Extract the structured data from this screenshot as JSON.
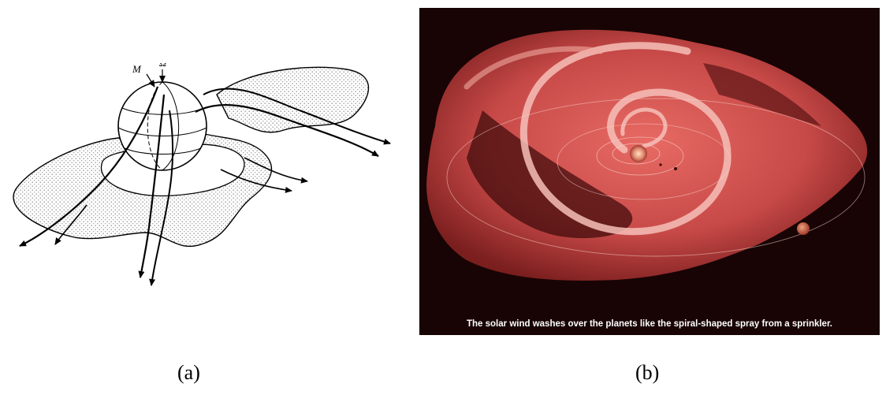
{
  "panel_a": {
    "label": "(a)",
    "symbol_m": "M",
    "symbol_omega": "Ω"
  },
  "panel_b": {
    "label": "(b)",
    "caption": "The solar wind washes over the planets like the spiral-shaped spray from a sprinkler."
  },
  "colors": {
    "space": "#180404",
    "sheet_red": "#c84a48",
    "sheet_highlight": "#f2b8b0",
    "sheet_shaded": "#e8e8e8"
  }
}
